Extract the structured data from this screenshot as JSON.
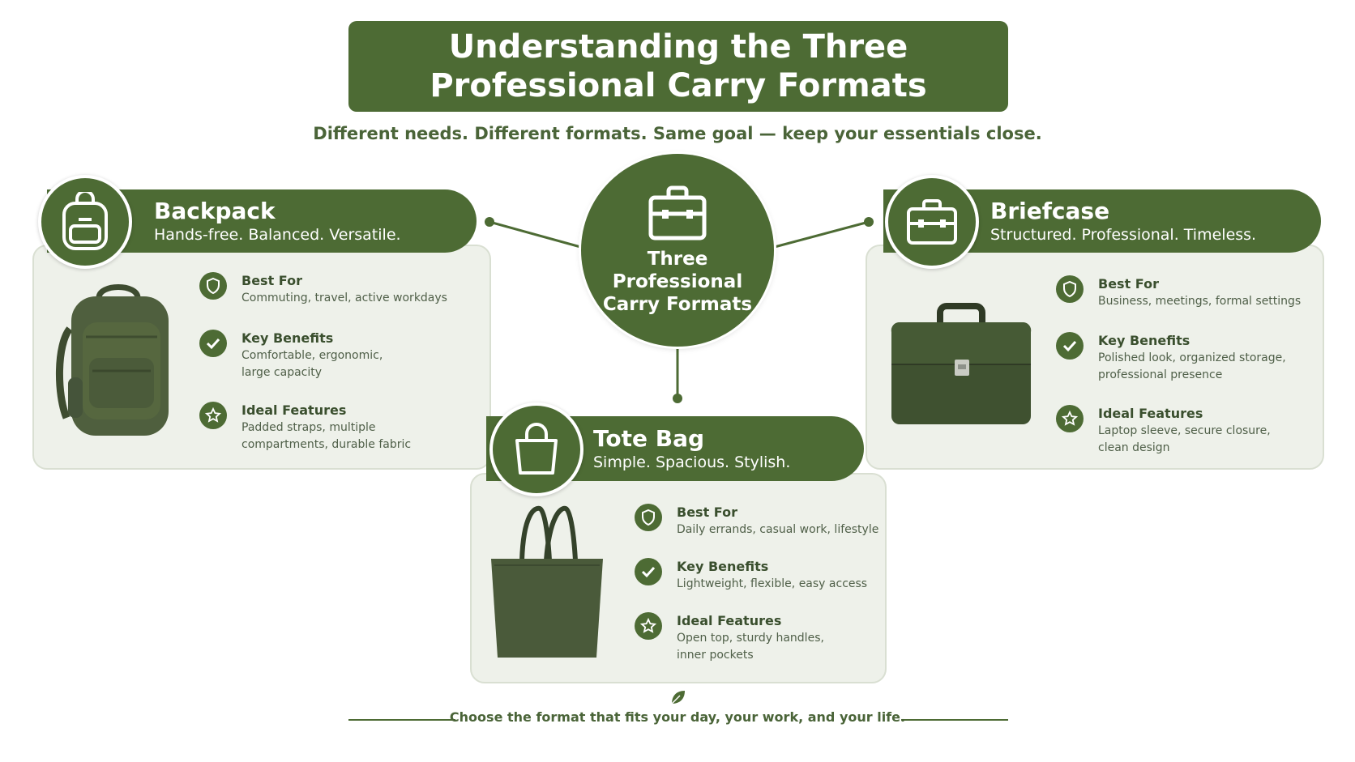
{
  "title": {
    "line1": "Understanding the Three",
    "line2": "Professional Carry Formats"
  },
  "subtitle": "Different needs. Different formats. Same goal — keep your essentials close.",
  "hub": {
    "line1": "Three",
    "line2": "Professional",
    "line3": "Carry Formats",
    "icon": "briefcase-icon"
  },
  "formats": {
    "backpack": {
      "name": "Backpack",
      "tagline": "Hands-free. Balanced. Versatile.",
      "icon": "backpack-icon",
      "best_for_label": "Best For",
      "best_for": "Commuting, travel, active workdays",
      "benefits_label": "Key Benefits",
      "benefits_l1": "Comfortable, ergonomic,",
      "benefits_l2": "large capacity",
      "features_label": "Ideal Features",
      "features_l1": "Padded straps, multiple",
      "features_l2": "compartments, durable fabric"
    },
    "briefcase": {
      "name": "Briefcase",
      "tagline": "Structured. Professional. Timeless.",
      "icon": "briefcase-icon",
      "best_for_label": "Best For",
      "best_for": "Business, meetings, formal settings",
      "benefits_label": "Key Benefits",
      "benefits_l1": "Polished look, organized storage,",
      "benefits_l2": "professional presence",
      "features_label": "Ideal Features",
      "features_l1": "Laptop sleeve, secure closure,",
      "features_l2": "clean design"
    },
    "tote": {
      "name": "Tote Bag",
      "tagline": "Simple. Spacious. Stylish.",
      "icon": "tote-bag-icon",
      "best_for_label": "Best For",
      "best_for": "Daily errands, casual work, lifestyle",
      "benefits_label": "Key Benefits",
      "benefits_l1": "Lightweight, flexible, easy access",
      "features_label": "Ideal Features",
      "features_l1": "Open top, sturdy handles,",
      "features_l2": "inner pockets"
    }
  },
  "footer": "Choose the format that fits your day, your work, and your life.",
  "colors": {
    "primary": "#4d6b34",
    "card": "#eef1ea",
    "bag": "#4a5a3a"
  }
}
